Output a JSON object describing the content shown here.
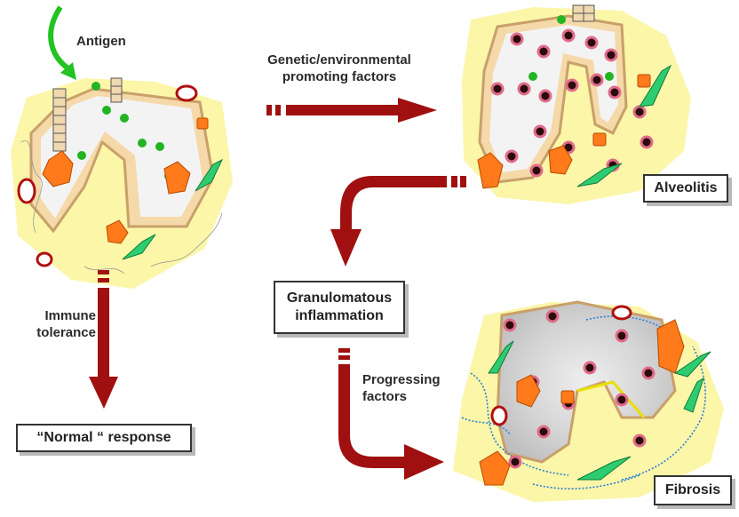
{
  "labels": {
    "antigen": "Antigen",
    "genetic_factors": "Genetic/environmental\npromoting factors",
    "immune_tolerance": "Immune\ntolerance",
    "progressing_factors": "Progressing\nfactors"
  },
  "boxes": {
    "alveolitis": "Alveolitis",
    "granulomatous": "Granulomatous\ninflammation",
    "normal_response": "“Normal “ response",
    "fibrosis": "Fibrosis"
  },
  "colors": {
    "arrow": "#a01010",
    "antigen_arrow": "#22c322",
    "tissue": "#fbf6a8",
    "alveolus_wall": "#f5d9a8",
    "macrophage": "#ff7a1a",
    "fibroblast": "#2ecc71",
    "collagen": "#2b7fd6"
  }
}
